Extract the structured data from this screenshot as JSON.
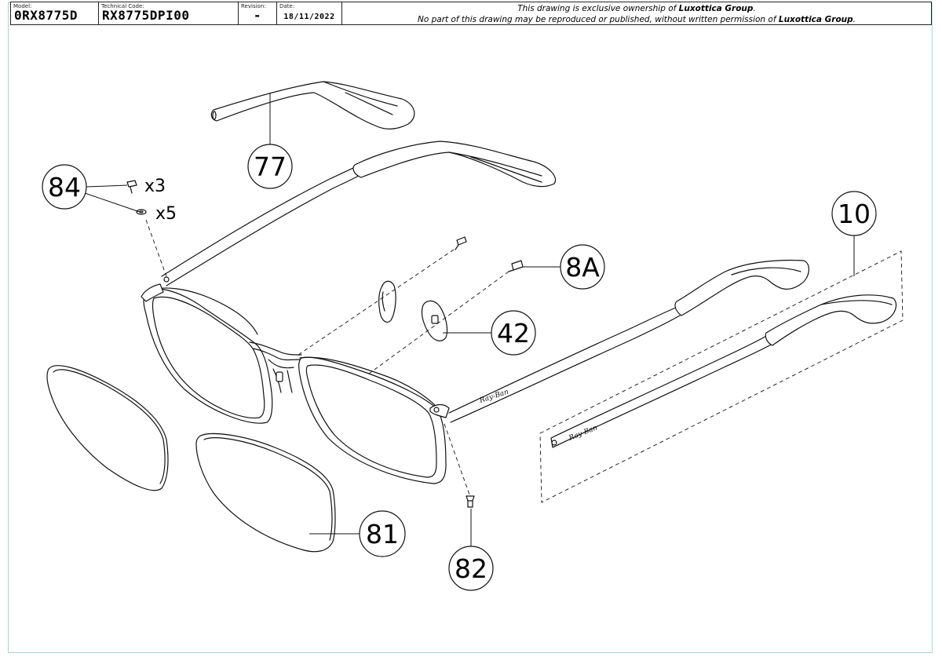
{
  "title_block": {
    "model_label": "Model:",
    "model_value": "0RX8775D",
    "technical_code_label": "Technical Code:",
    "technical_code_value": "RX8775DPI00",
    "revision_label": "Revision:",
    "revision_value": "-",
    "date_label": "Date:",
    "date_value": "18/11/2022",
    "notice_line1_prefix": "This drawing is exclusive ownership of ",
    "notice_line1_company": "Luxottica Group",
    "notice_line1_suffix": ".",
    "notice_line2_prefix": "No part of this drawing may be reproduced or published, without written permission of ",
    "notice_line2_company": "Luxottica Group",
    "notice_line2_suffix": "."
  },
  "callouts": {
    "c77": "77",
    "c84": "84",
    "c10": "10",
    "c8A": "8A",
    "c42": "42",
    "c81": "81",
    "c82": "82"
  },
  "quantities": {
    "screw_qty": "x3",
    "washer_qty": "x5"
  },
  "brand_mark": "Ray-Ban",
  "colors": {
    "line": "#111111",
    "border": "#a8d8d4"
  }
}
